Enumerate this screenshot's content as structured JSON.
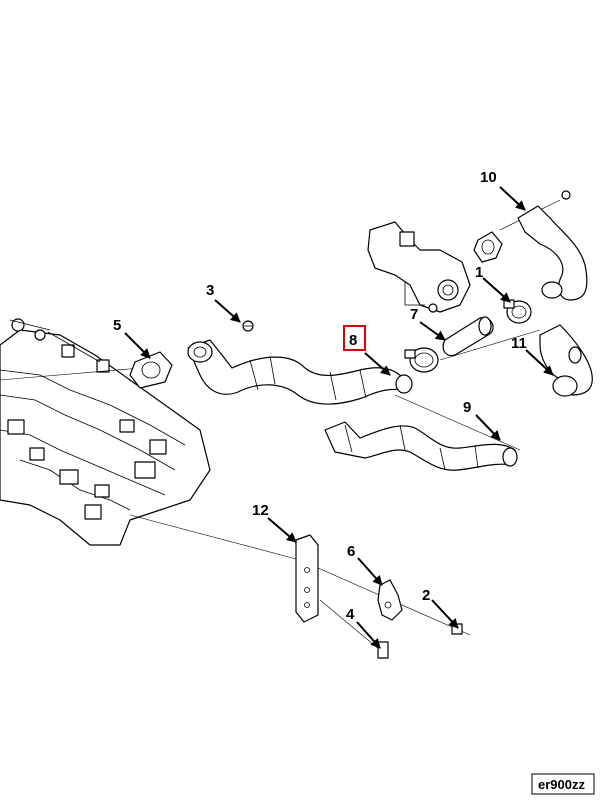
{
  "callouts": {
    "c1": "1",
    "c2": "2",
    "c3": "3",
    "c4": "4",
    "c5": "5",
    "c6": "6",
    "c7": "7",
    "c8": "8",
    "c9": "9",
    "c10": "10",
    "c11": "11",
    "c12": "12"
  },
  "highlight_callout": "8",
  "highlight_color": "#e00000",
  "reference_code": "er900zz"
}
